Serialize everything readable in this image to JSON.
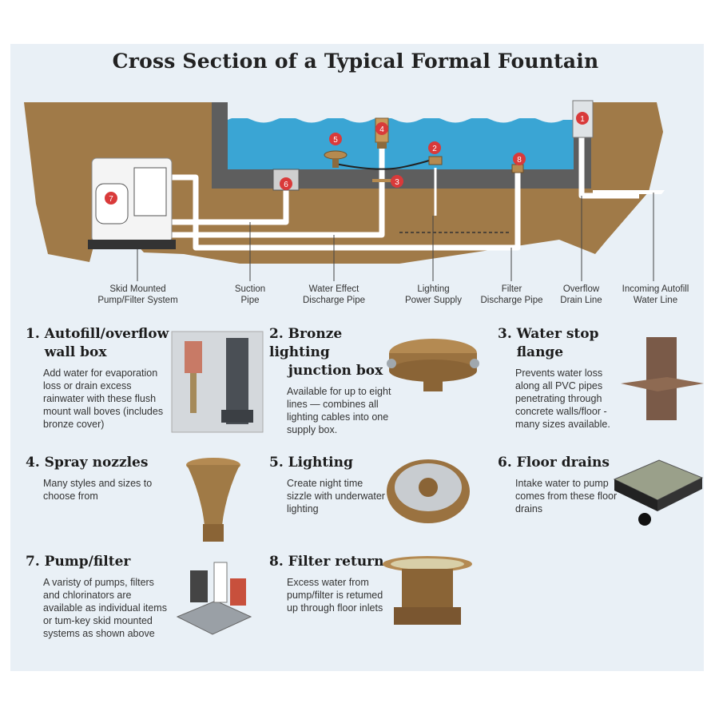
{
  "title": "Cross Section of a Typical Formal Fountain",
  "diagram": {
    "labels": {
      "skid": [
        "Skid Mounted",
        "Pump/Filter System"
      ],
      "suction": [
        "Suction",
        "Pipe"
      ],
      "water_effect": [
        "Water Effect",
        "Discharge Pipe"
      ],
      "lighting": [
        "Lighting",
        "Power Supply"
      ],
      "filter_discharge": [
        "Filter",
        "Discharge Pipe"
      ],
      "overflow": [
        "Overflow",
        "Drain Line"
      ],
      "autofill": [
        "Incoming Autofill",
        "Water Line"
      ]
    },
    "markers": [
      "1",
      "2",
      "3",
      "4",
      "5",
      "6",
      "7",
      "8"
    ]
  },
  "components": [
    {
      "title_lines": [
        "1. Autofill/overflow",
        "wall box"
      ],
      "desc": "Add water for evaporation loss or drain excess rainwater with these flush mount wall boves (includes bronze cover)",
      "photo": "wall-box-photo"
    },
    {
      "title_lines": [
        "2. Bronze lighting",
        "junction box"
      ],
      "desc": "Available for up to eight lines — combines all lighting cables into one supply box.",
      "photo": "junction-box-photo"
    },
    {
      "title_lines": [
        "3. Water stop",
        "flange"
      ],
      "desc": "Prevents water loss along all PVC pipes penetrating through concrete walls/floor - many sizes available.",
      "photo": "flange-photo"
    },
    {
      "title_lines": [
        "4. Spray nozzles"
      ],
      "desc": "Many styles and sizes to choose from",
      "photo": "nozzle-photo"
    },
    {
      "title_lines": [
        "5. Lighting"
      ],
      "desc": "Create night time sizzle with underwater lighting",
      "photo": "light-photo"
    },
    {
      "title_lines": [
        "6. Floor drains"
      ],
      "desc": "Intake water to pump comes from these floor drains",
      "photo": "drain-photo"
    },
    {
      "title_lines": [
        "7. Pump/filter"
      ],
      "desc": "A varisty of pumps, filters and chlorinators are available as individual items or tum-key skid mounted systems as shown above",
      "photo": "pump-photo"
    },
    {
      "title_lines": [
        "8. Filter return"
      ],
      "desc": "Excess water from pump/filter is retumed up through floor inlets",
      "photo": "return-photo"
    }
  ],
  "colors": {
    "soil": "#a07a48",
    "water": "#3aa5d4",
    "concrete": "#5a5a5a",
    "pipe": "#ffffff",
    "marker": "#d93a3a",
    "bronze": "#a97f45"
  }
}
